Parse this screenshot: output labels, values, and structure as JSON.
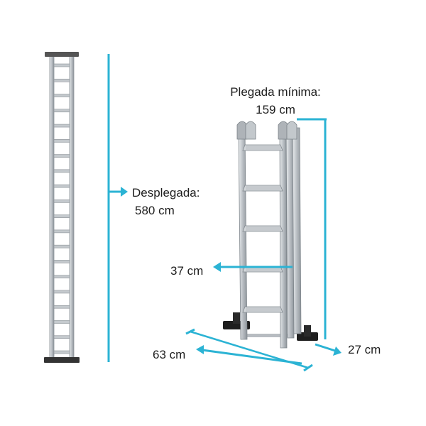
{
  "accent_color": "#2bb3d4",
  "metal_color": "#c9cdd1",
  "foot_color": "#222222",
  "labels": {
    "folded_title": "Plegada mínima:",
    "folded_value": "159 cm",
    "unfolded_title": "Desplegada:",
    "unfolded_value": "580 cm",
    "rung_width": "37 cm",
    "base_width": "63 cm",
    "base_depth": "27 cm"
  },
  "figures": {
    "extended_ladder_rungs": 20,
    "folded_ladder_steps": 5
  }
}
